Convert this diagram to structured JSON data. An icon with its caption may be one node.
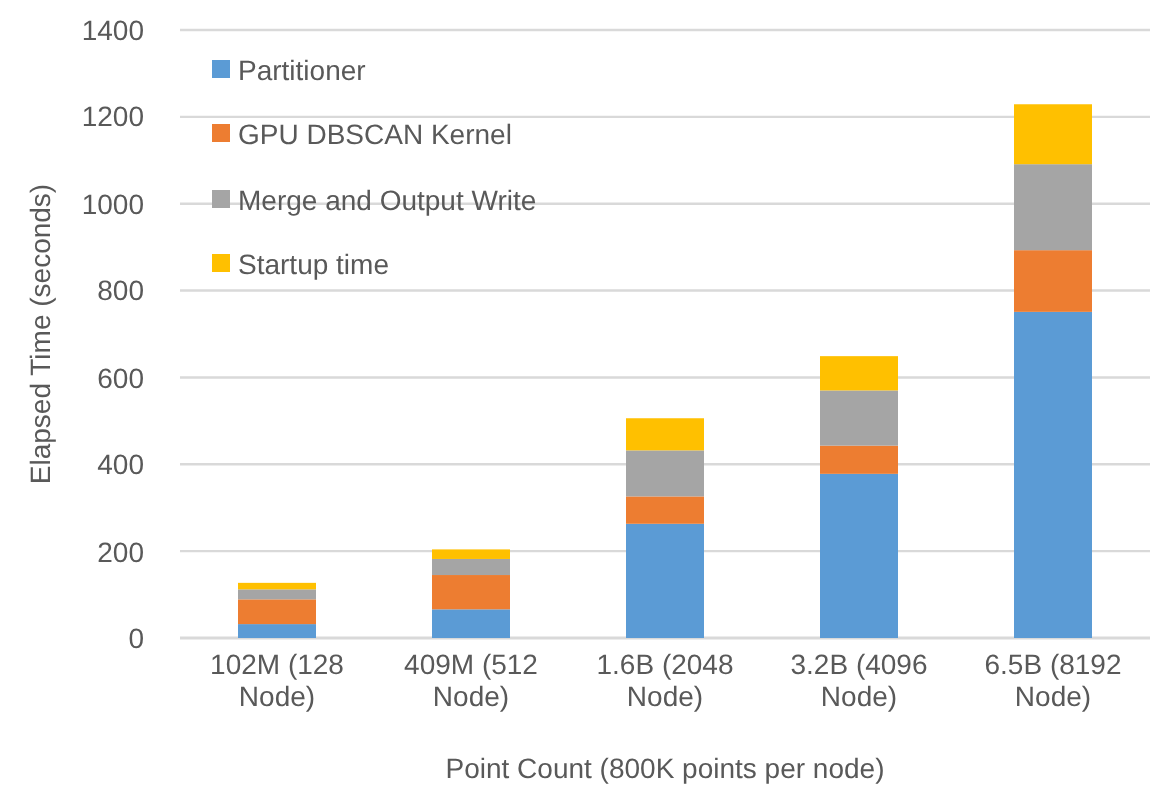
{
  "diagram": {
    "chart_data": {
      "type": "bar",
      "stacked": true,
      "orientation": "vertical",
      "xlabel": "Point Count (800K points per node)",
      "ylabel": "Elapsed Time (seconds)",
      "categories": [
        "102M (128 Node)",
        "409M (512 Node)",
        "1.6B (2048 Node)",
        "3.2B (4096 Node)",
        "6.5B (8192 Node)"
      ],
      "series": [
        {
          "name": "Partitioner",
          "color": "#5b9bd5",
          "values": [
            32,
            66,
            263,
            378,
            751
          ]
        },
        {
          "name": "GPU DBSCAN Kernel",
          "color": "#ed7d31",
          "values": [
            57,
            79,
            63,
            65,
            142
          ]
        },
        {
          "name": "Merge and Output Write",
          "color": "#a5a5a5",
          "values": [
            23,
            37,
            106,
            127,
            198
          ]
        },
        {
          "name": "Startup time",
          "color": "#ffc000",
          "values": [
            15,
            22,
            74,
            79,
            138
          ]
        }
      ],
      "grid": true,
      "legend": "top-left",
      "ylim": [
        0,
        1400
      ],
      "yticks": [
        0,
        200,
        400,
        600,
        800,
        1000,
        1200,
        1400
      ]
    }
  }
}
